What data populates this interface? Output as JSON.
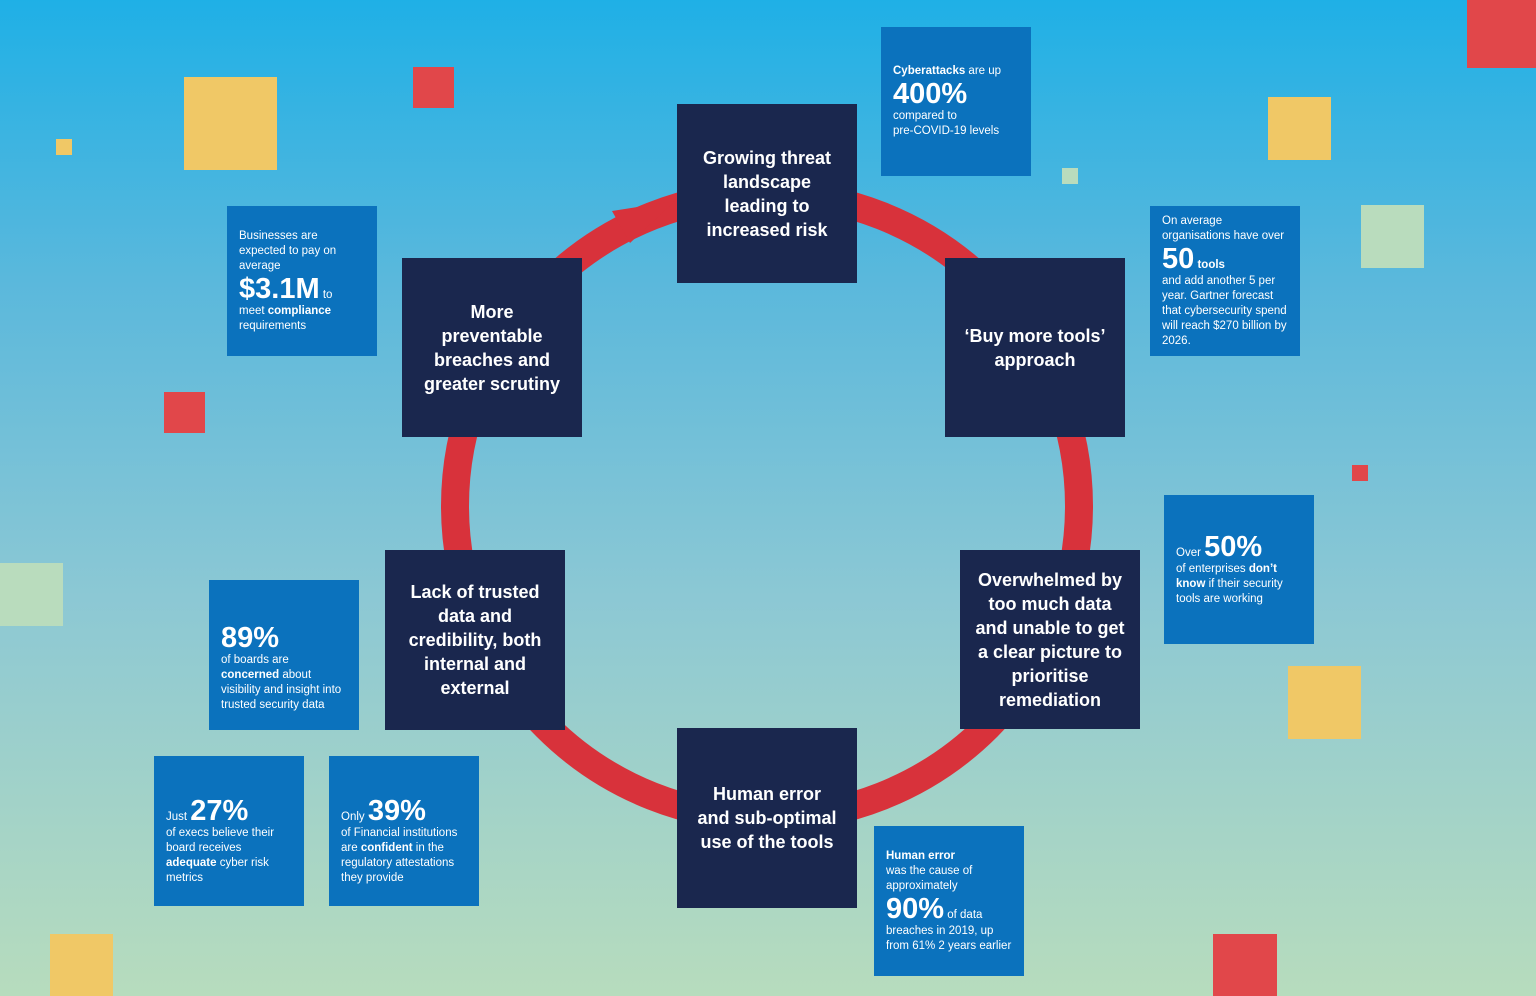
{
  "colors": {
    "background_top": "#1fb0e6",
    "background_bottom": "#b7dcbd",
    "stage_box": "#1a274e",
    "stat_box": "#0b72bd",
    "cycle_arrow": "#d8323b",
    "accent_red": "#e1474a",
    "accent_yellow": "#f0c866",
    "accent_green": "#b9dcbd"
  },
  "stages": {
    "top": "Growing threat landscape leading to increased risk",
    "upper_right": "‘Buy more tools’ approach",
    "lower_right": "Overwhelmed by too much data and unable to get a clear picture to prioritise remediation",
    "bottom": "Human error and sub-optimal use of the tools",
    "lower_left": "Lack of trusted data and credibility, both internal and external",
    "upper_left": "More preventable breaches and greater scrutiny"
  },
  "stats": {
    "cyberattacks": {
      "lead_bold": "Cyberattacks",
      "lead_rest": " are up",
      "number": "400%",
      "line2": "compared to",
      "line3": "pre-COVID-19 levels"
    },
    "tools": {
      "intro": "On average organisations have over",
      "number": "50",
      "unit": "tools",
      "rest": "and add another 5 per year. Gartner forecast that cybersecurity spend will reach $270 billion by 2026."
    },
    "compliance": {
      "intro": "Businesses are expected to pay on average",
      "number": "$3.1M",
      "to": "to",
      "meet": "meet ",
      "bold": "compliance",
      "rest": "requirements"
    },
    "enterprises": {
      "prefix": "Over",
      "number": "50%",
      "pre": "of enterprises ",
      "bold": "don’t know",
      "rest": " if their security tools are working"
    },
    "boards": {
      "number": "89%",
      "pre": "of boards are",
      "bold": "concerned",
      "rest": " about visibility and insight into trusted security data"
    },
    "execs": {
      "prefix": "Just",
      "number": "27%",
      "pre": "of execs believe their board receives",
      "bold": "adequate",
      "rest": " cyber risk metrics"
    },
    "financial": {
      "prefix": "Only",
      "number": "39%",
      "pre": "of Financial institutions are ",
      "bold": "confident",
      "rest": " in the regulatory attestations they provide"
    },
    "human_error": {
      "lead_bold": "Human error",
      "intro": "was the cause of approximately",
      "number": "90%",
      "suffix": "of data",
      "rest": "breaches in 2019, up from 61% 2 years earlier"
    }
  }
}
